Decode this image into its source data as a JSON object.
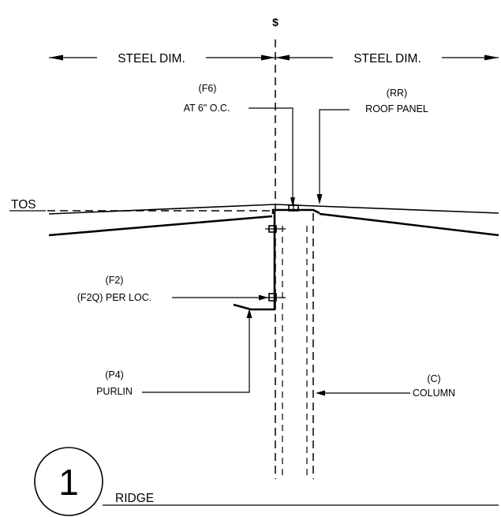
{
  "centerline_symbol": "$",
  "dims": {
    "left": "STEEL DIM.",
    "right": "STEEL DIM."
  },
  "labels": {
    "tos": "TOS",
    "f6_code": "(F6)",
    "f6_text": "AT 6\" O.C.",
    "rr_code": "(RR)",
    "rr_text": "ROOF PANEL",
    "f2_code": "(F2)",
    "f2_text": "(F2Q) PER LOC.",
    "p4_code": "(P4)",
    "p4_text": "PURLIN",
    "c_code": "(C)",
    "c_text": "COLUMN",
    "detail_number": "1",
    "detail_title": "RIDGE"
  }
}
